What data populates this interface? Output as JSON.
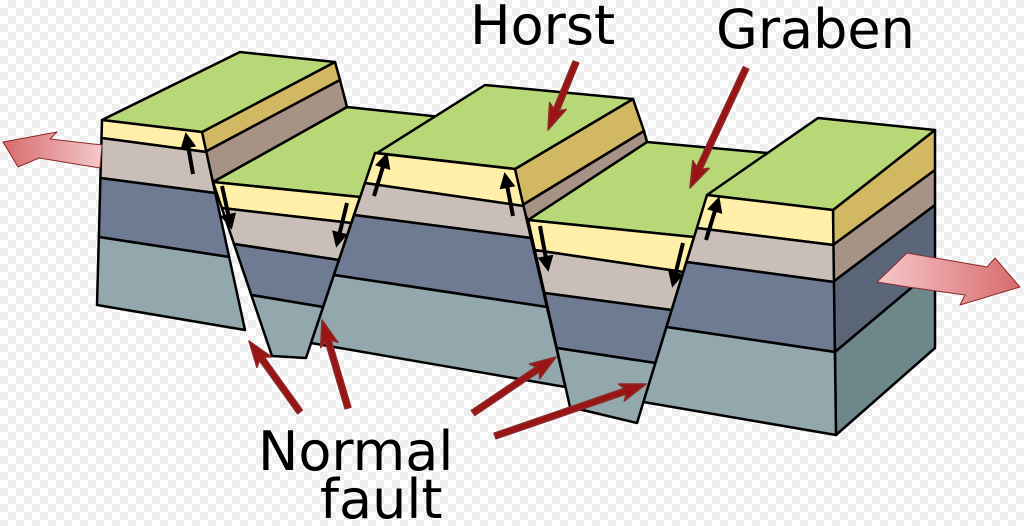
{
  "title": "Horst and graben normal faulting block diagram",
  "labels": {
    "horst": "Horst",
    "graben": "Graben",
    "normal_fault_line1": "Normal",
    "normal_fault_line2": "fault"
  },
  "colors": {
    "surface": "#b8d878",
    "yellow_front": "#ffefa8",
    "yellow_side": "#d3b864",
    "taupe_front": "#c9bfb8",
    "taupe_side": "#a69385",
    "blue_front": "#6e7b93",
    "blue_side": "#5a6678",
    "grey_front": "#93a8ad",
    "grey_side": "#6d878a",
    "label_arrow": "#9a1414",
    "extension_arrow_dark": "#d86a6c",
    "extension_arrow_light": "#f5c8cb"
  }
}
